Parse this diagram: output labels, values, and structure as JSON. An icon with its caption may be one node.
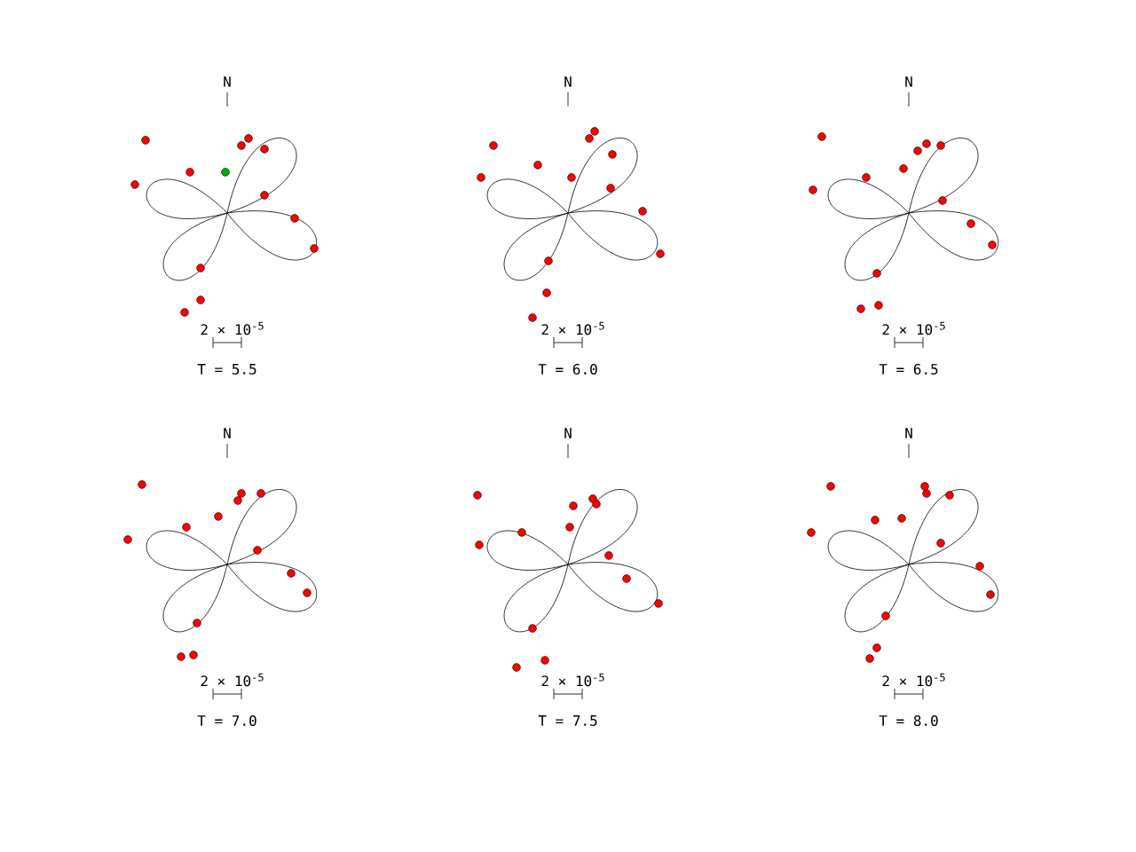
{
  "diagram": {
    "labels": [
      "N",
      "2 × 10$^{-5}$",
      "T = 5.5",
      "N",
      "2 × 10$^{-5}$",
      "T = 6.0",
      "N",
      "2 × 10$^{-5}$",
      "T = 6.5",
      "N",
      "2 × 10$^{-5}$",
      "T = 7.0",
      "N",
      "2 × 10$^{-5}$",
      "T = 7.5",
      "N",
      "2 × 10$^{-5}$",
      "T = 8.0"
    ]
  }
}
